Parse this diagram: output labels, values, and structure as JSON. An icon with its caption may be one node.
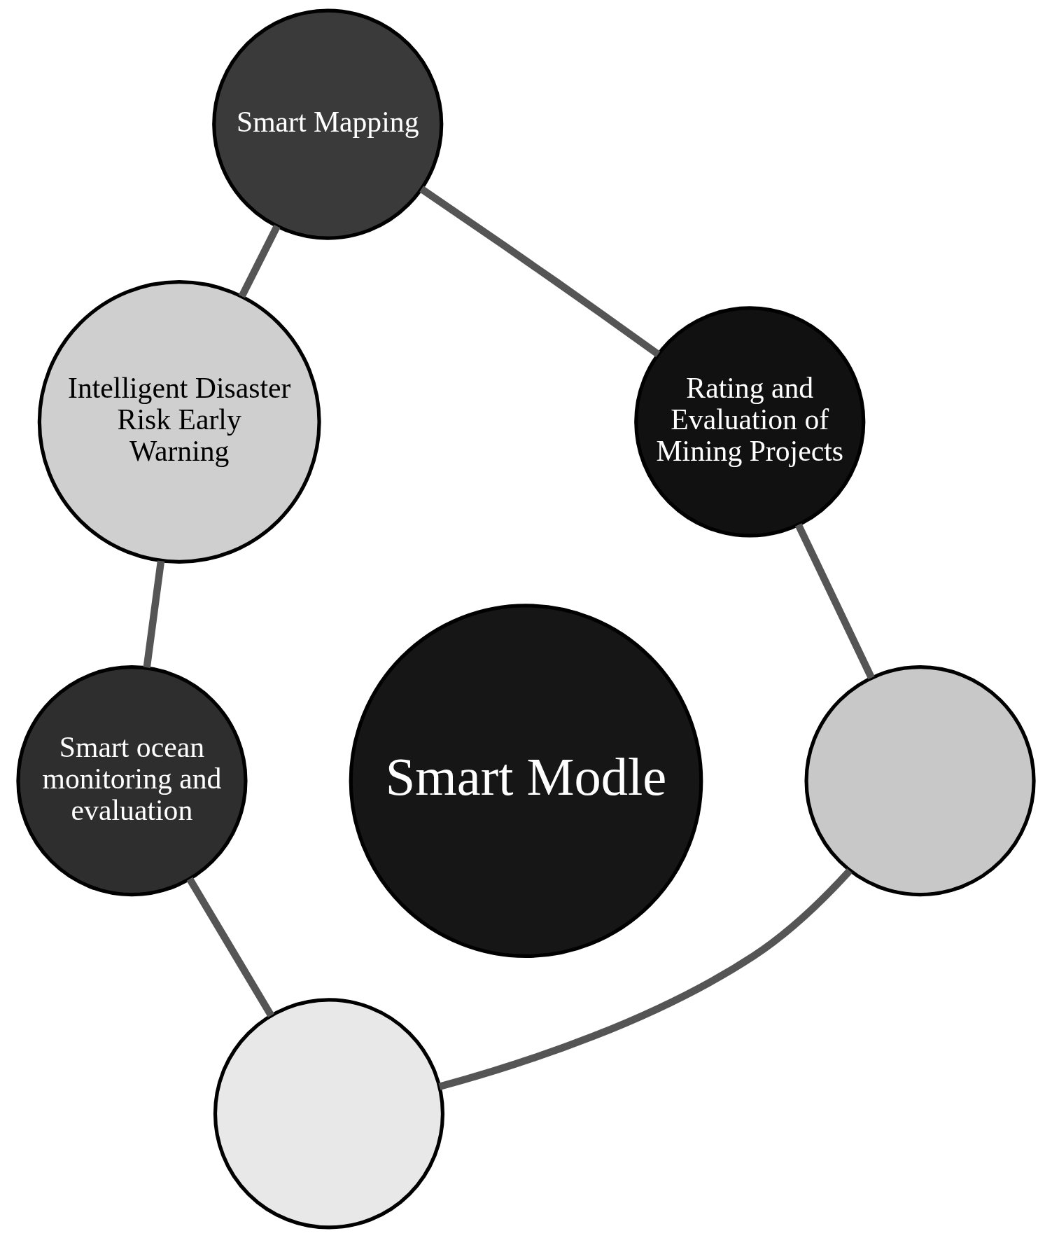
{
  "diagram": {
    "nodes": [
      {
        "text": [
          "Smart Mapping"
        ]
      },
      {
        "text": [
          "Intelligent Disaster Risk Early Warning"
        ]
      },
      {
        "text": [
          "Smart ocean monitoring and evaluation"
        ]
      },
      {
        "text": [],
        "shape": "circle"
      },
      {
        "text": [],
        "shape": "circle"
      },
      {
        "text": [
          "Rating and Evaluation of Mining Projects"
        ]
      },
      {
        "text": [
          "Smart Modle"
        ]
      }
    ],
    "edges": [
      {
        "from": 0,
        "to": 1,
        "arrow": "none"
      },
      {
        "from": 1,
        "to": 2,
        "arrow": "none"
      },
      {
        "from": 2,
        "to": 3,
        "arrow": "none"
      },
      {
        "from": 3,
        "to": 4,
        "arrow": "none"
      },
      {
        "from": 4,
        "to": 5,
        "arrow": "none"
      },
      {
        "from": 5,
        "to": 0,
        "arrow": "none"
      }
    ]
  }
}
